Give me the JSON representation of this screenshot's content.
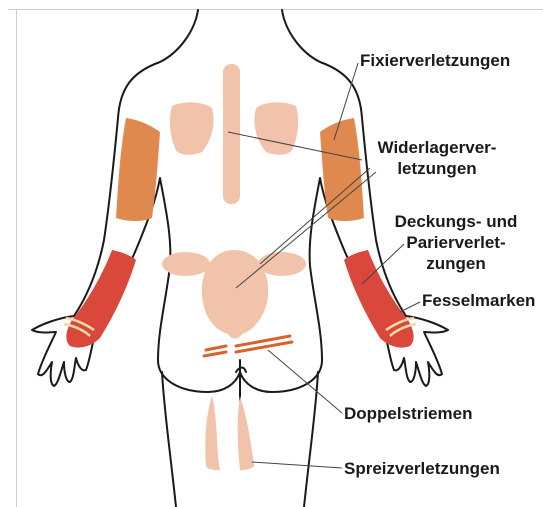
{
  "labels": {
    "fixier": "Fixierverletzungen",
    "widerlager_line1": "Widerlagerver-",
    "widerlager_line2": "letzungen",
    "deckung_line1": "Deckungs- und",
    "deckung_line2": "Parierverlet-",
    "deckung_line3": "zungen",
    "fessel": "Fesselmarken",
    "doppel": "Doppelstriemen",
    "spreiz": "Spreizverletzungen"
  },
  "colors": {
    "outline": "#1a1a1a",
    "light_bruise": "#f2c3ab",
    "upper_arm": "#e0894f",
    "forearm": "#d9483b",
    "stripes": "#d8622e",
    "leader": "#444444",
    "frame": "#cfcfcf"
  }
}
